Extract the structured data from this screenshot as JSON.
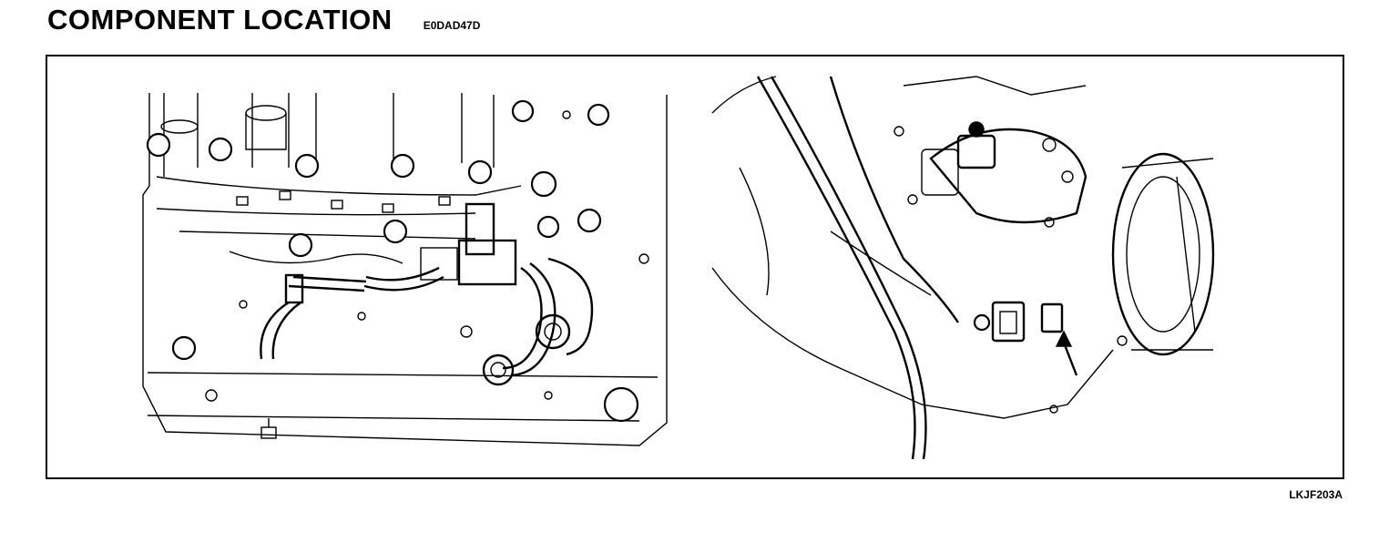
{
  "header": {
    "title": "COMPONENT  LOCATION",
    "code": "E0DAD47D"
  },
  "figure": {
    "id": "LKJF203A"
  }
}
